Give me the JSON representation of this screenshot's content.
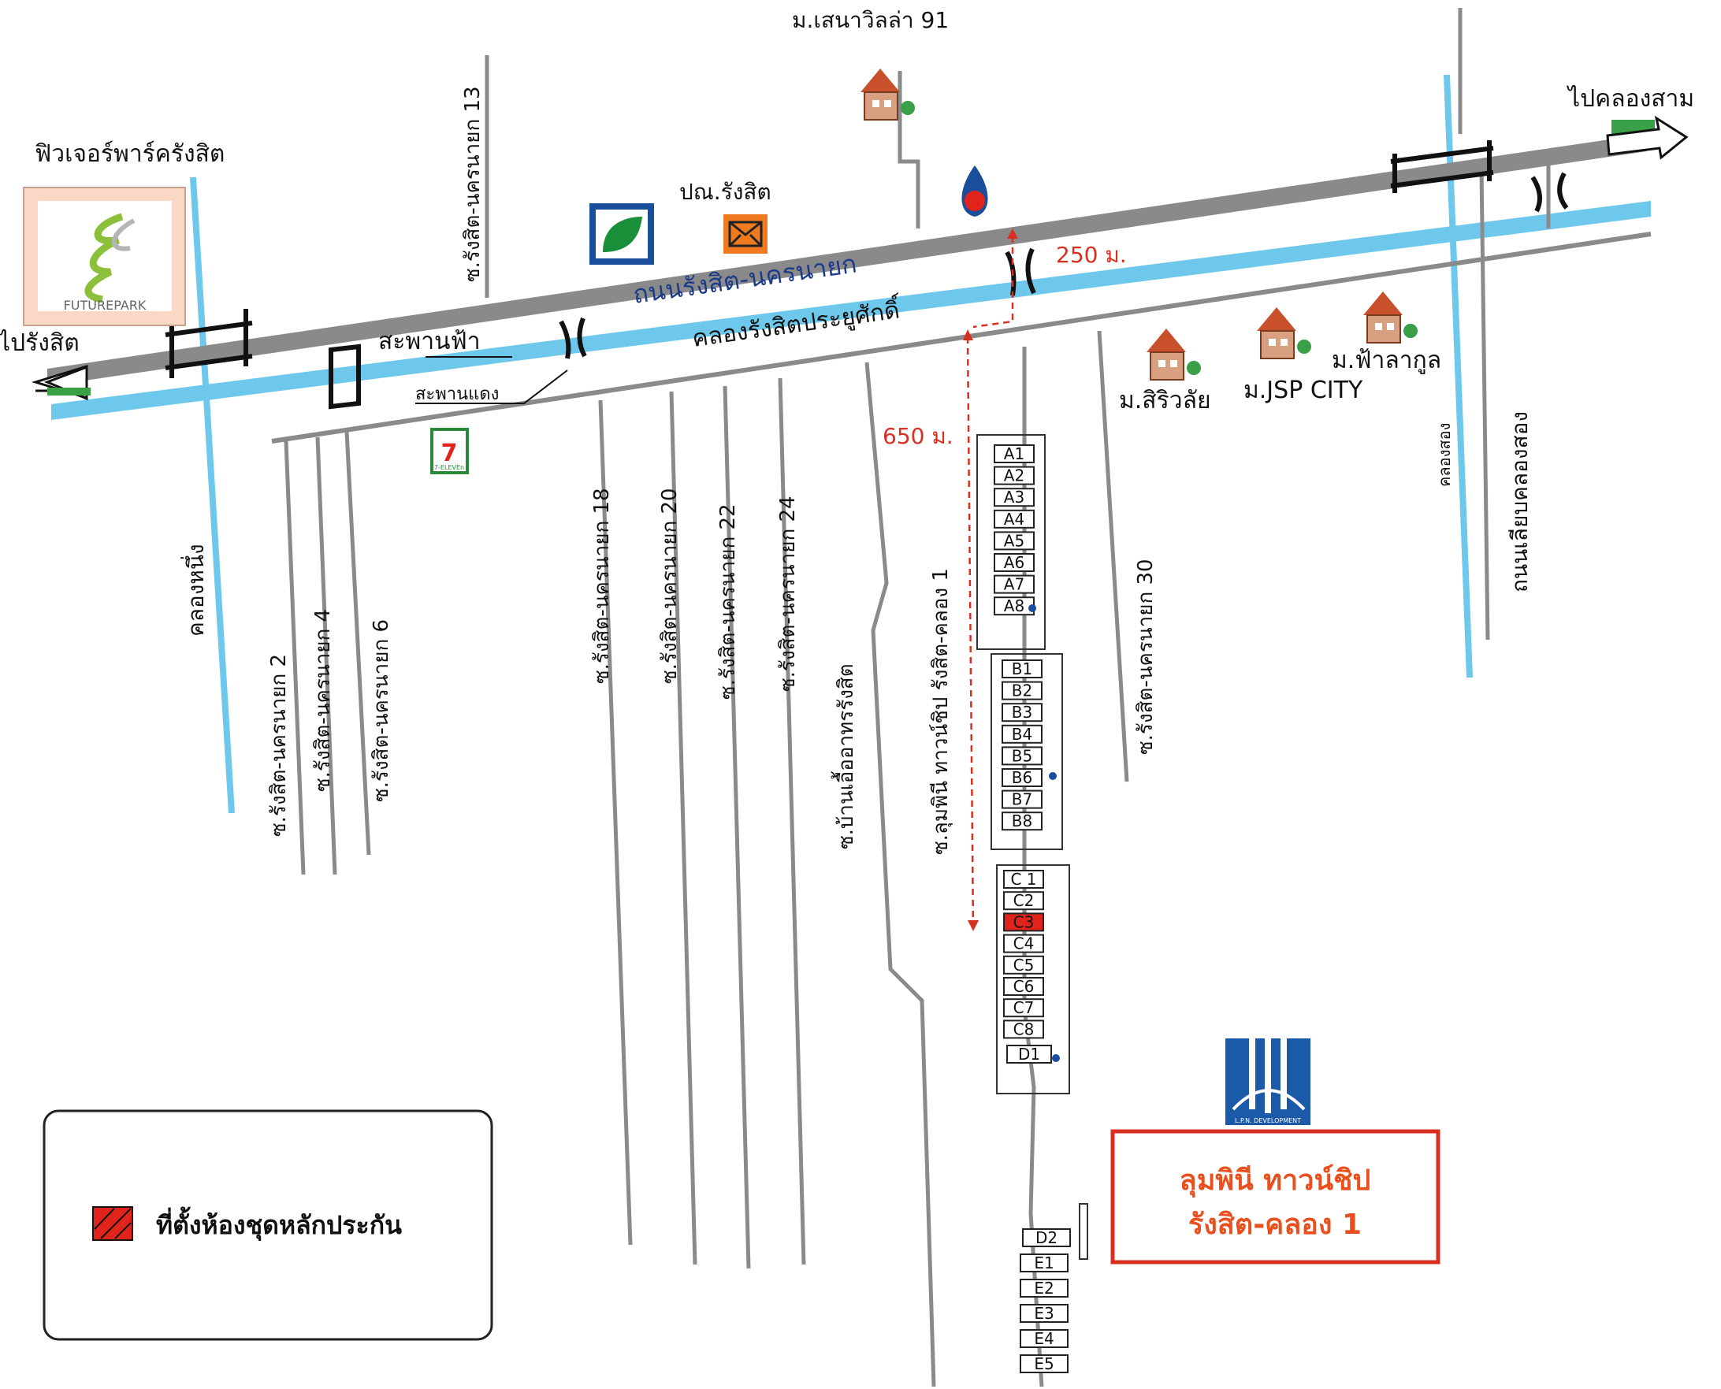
{
  "landmarks": {
    "future_park": "ฟิวเจอร์พาร์ครังสิต",
    "future_park_logo": "FUTUREPARK",
    "to_rangsit": "ไปรังสิต",
    "to_khlong_sam": "ไปคลองสาม",
    "senavilla": "ม.เสนาวิลล่า 91",
    "post_office": "ปณ.รังสิต",
    "main_road": "ถนนรังสิต-นครนายก",
    "main_canal": "คลองรังสิตประยูศักดิ์",
    "sky_bridge": "สะพานฟ้า",
    "red_bridge": "สะพานแดง",
    "seven_eleven": "7-ELEVEn",
    "siriwalai": "ม.สิริวลัย",
    "jsp_city": "ม.JSP CITY",
    "fah_lakul": "ม.ฟ้าลากูล",
    "dist_250": "250 ม.",
    "dist_650": "650 ม.",
    "khlong_nueng": "คลองหนึ่ง",
    "khlong_song": "คลองสอง",
    "khlong_song_road": "ถนนเลียบคลองสอง",
    "lpn_caption": "L.P.N. DEVELOPMENT"
  },
  "sois": {
    "s13": "ซ.รังสิต-นครนายก 13",
    "s2": "ซ.รังสิต-นครนายก 2",
    "s4": "ซ.รังสิต-นครนายก 4",
    "s6": "ซ.รังสิต-นครนายก 6",
    "s18": "ซ.รังสิต-นครนายก 18",
    "s20": "ซ.รังสิต-นครนายก 20",
    "s22": "ซ.รังสิต-นครนายก 22",
    "s24": "ซ.รังสิต-นครนายก 24",
    "s30": "ซ.รังสิต-นครนายก 30",
    "baan_ua": "ซ.บ้านเอื้ออาทรรังสิต",
    "lumpini": "ซ.ลุมพินี ทาวน์ชิป รังสิต-คลอง 1"
  },
  "buildings": {
    "a": [
      "A1",
      "A2",
      "A3",
      "A4",
      "A5",
      "A6",
      "A7",
      "A8"
    ],
    "b": [
      "B1",
      "B2",
      "B3",
      "B4",
      "B5",
      "B6",
      "B7",
      "B8"
    ],
    "c": [
      "C 1",
      "C2",
      "C3",
      "C4",
      "C5",
      "C6",
      "C7",
      "C8"
    ],
    "d1": "D1",
    "d2": "D2",
    "e": [
      "E1",
      "E2",
      "E3",
      "E4",
      "E5"
    ]
  },
  "legend": {
    "label": "ที่ตั้งห้องชุดหลักประกัน",
    "highlight_color": "#e0241b"
  },
  "project": {
    "line1": "ลุมพินี ทาวน์ชิป",
    "line2": "รังสิต-คลอง 1"
  },
  "colors": {
    "road": "#8a8a8a",
    "canal": "#6dc8ec",
    "distance_marker": "#d83020",
    "project_title": "#e8501e",
    "arrow_green": "#3aa048"
  }
}
